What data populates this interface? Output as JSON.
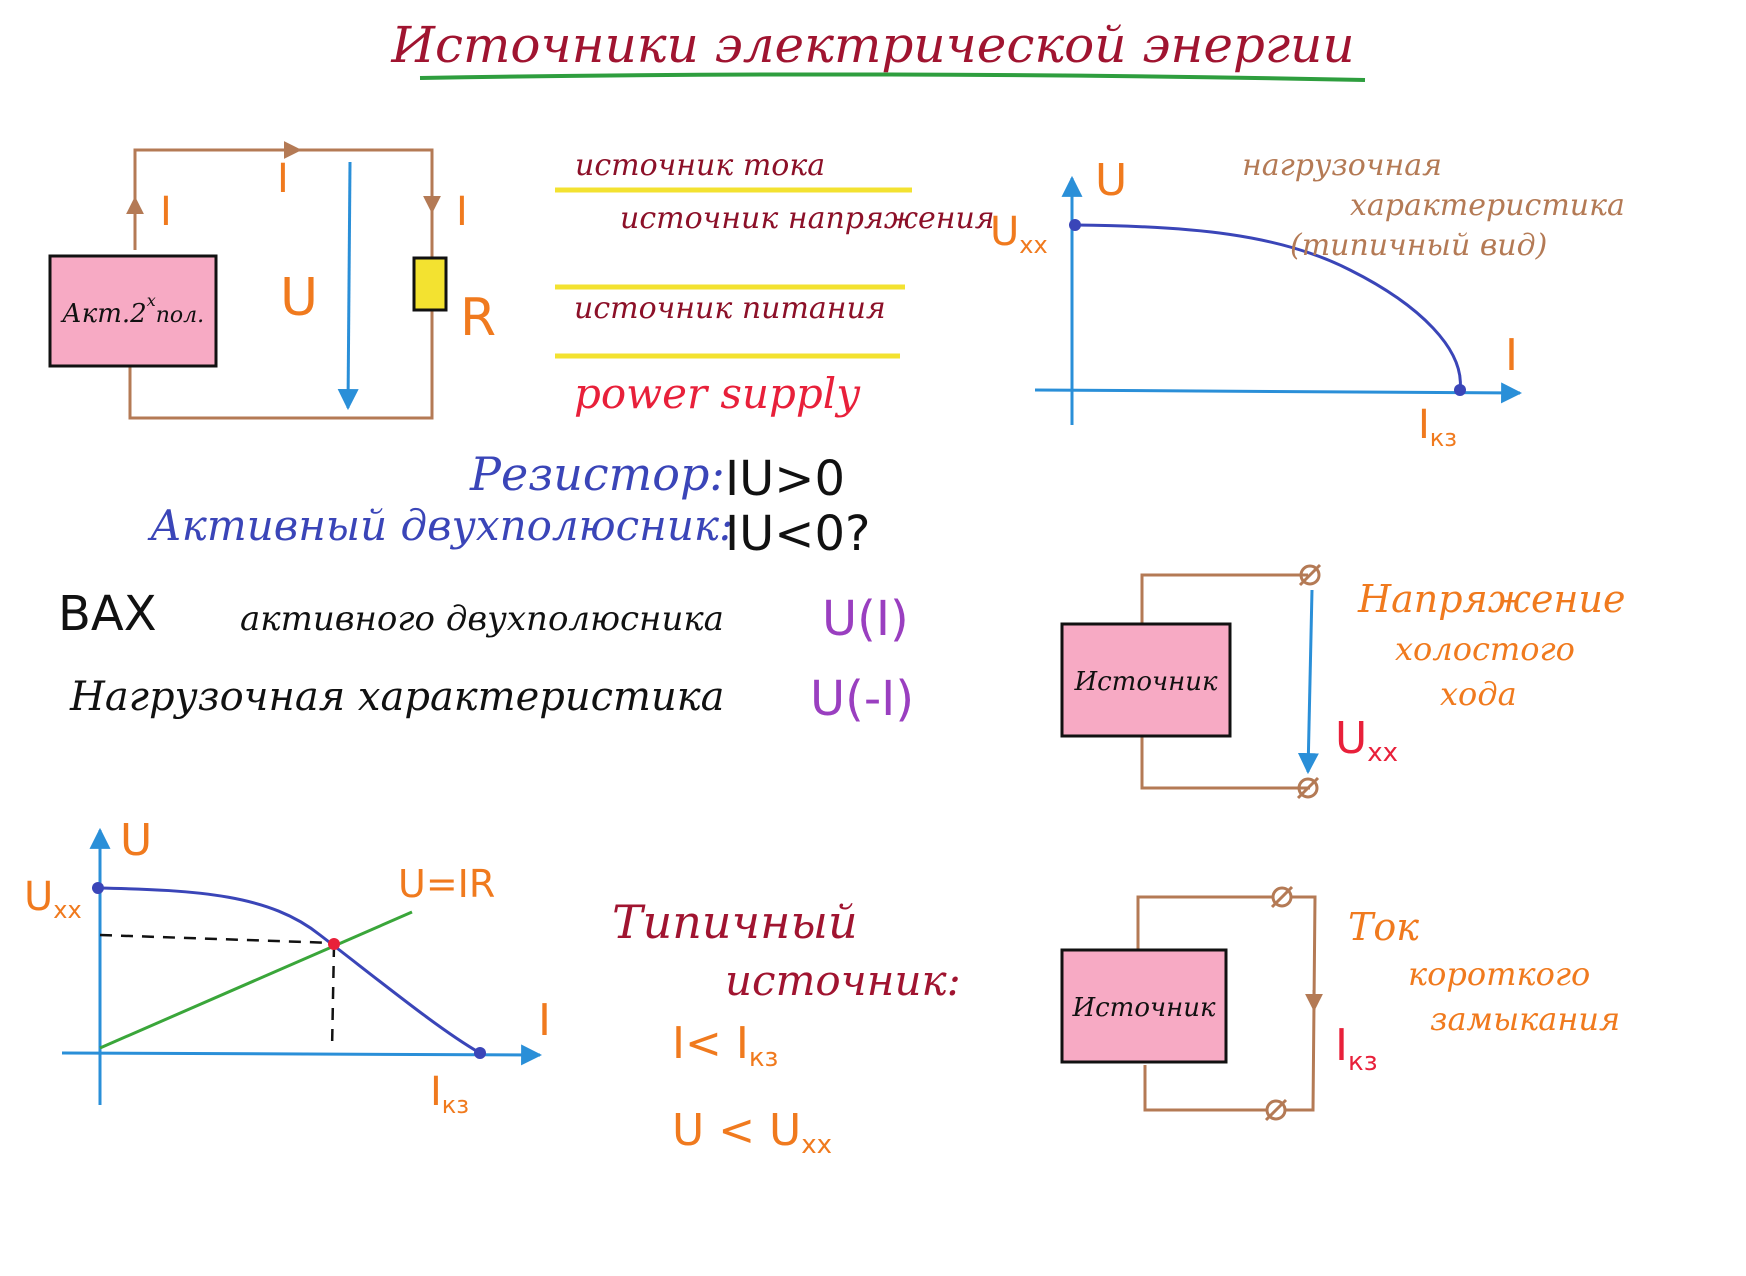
{
  "title": "Источники электрической энергии",
  "colors": {
    "title": "#a01430",
    "title_underline": "#2e9e3e",
    "wire": "#b47a55",
    "orange": "#f07a1e",
    "blue": "#2a8fd8",
    "curve": "#3a45b8",
    "green": "#3aa63a",
    "pink_box": "#f7aac4",
    "resistor": "#f3e230",
    "yellow_line": "#f3e230",
    "dark_red": "#8c1028",
    "red": "#e8203a",
    "purple": "#9a3fc0",
    "black": "#111111"
  },
  "circuit": {
    "box_label_main": "Акт.2",
    "box_label_sup": "x",
    "box_label_tail": "пол.",
    "current_left": "I",
    "current_top": "I",
    "current_right": "I",
    "voltage": "U",
    "resistor": "R"
  },
  "names": {
    "items": [
      "источник тока",
      "источник напряжения",
      "источник питания",
      "power supply"
    ]
  },
  "load_chart": {
    "y_axis": "U",
    "x_axis": "I",
    "point_top": "U",
    "point_top_sub": "xx",
    "point_bottom": "I",
    "point_bottom_sub": "кз",
    "caption_line1": "нагрузочная",
    "caption_line2": "характеристика",
    "caption_line3": "(типичный вид)"
  },
  "power": {
    "resistor_label": "Резистор:",
    "resistor_cond": "IU>0",
    "active_label": "Активный двухполюсник:",
    "active_cond": "IU<0?"
  },
  "vax": {
    "line1_text": "ВАХ",
    "line1_rest": "активного двухполюсника",
    "line1_func": "U(I)",
    "line2_text": "Нагрузочная характеристика",
    "line2_func": "U(-I)"
  },
  "open_circuit": {
    "box_label": "Источник",
    "caption": [
      "Напряжение",
      "холостого",
      "хода"
    ],
    "voltage": "U",
    "voltage_sub": "xx"
  },
  "short_circuit": {
    "box_label": "Источник",
    "caption": [
      "Ток",
      "короткого",
      "замыкания"
    ],
    "current": "I",
    "current_sub": "кз"
  },
  "operating_chart": {
    "y_axis": "U",
    "x_axis": "I",
    "point_top": "U",
    "point_top_sub": "xx",
    "point_bottom": "I",
    "point_bottom_sub": "кз",
    "line_label": "U=IR"
  },
  "typical": {
    "line1": "Типичный",
    "line2": "источник:",
    "cond1": "I< I",
    "cond1_sub": "кз",
    "cond2": "U < U",
    "cond2_sub": "xx"
  }
}
